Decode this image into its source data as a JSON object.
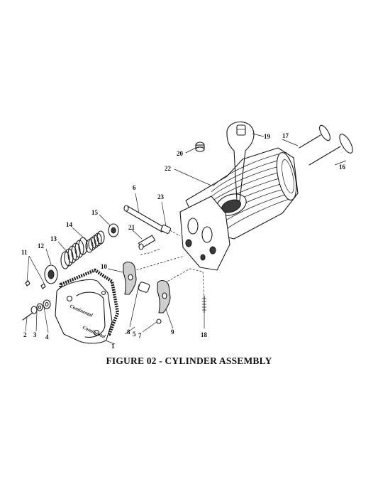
{
  "figure": {
    "caption": "FIGURE 02 - CYLINDER ASSEMBLY",
    "cover_text_1": "Continental",
    "cover_text_2": "Continental"
  },
  "labels": [
    {
      "id": "1",
      "text": "1"
    },
    {
      "id": "2",
      "text": "2"
    },
    {
      "id": "3",
      "text": "3"
    },
    {
      "id": "4",
      "text": "4"
    },
    {
      "id": "5",
      "text": "5"
    },
    {
      "id": "6",
      "text": "6"
    },
    {
      "id": "7",
      "text": "7"
    },
    {
      "id": "8",
      "text": "8"
    },
    {
      "id": "9",
      "text": "9"
    },
    {
      "id": "10",
      "text": "10"
    },
    {
      "id": "11",
      "text": "11"
    },
    {
      "id": "12",
      "text": "12"
    },
    {
      "id": "13",
      "text": "13"
    },
    {
      "id": "14",
      "text": "14"
    },
    {
      "id": "15",
      "text": "15"
    },
    {
      "id": "16",
      "text": "16"
    },
    {
      "id": "17",
      "text": "17"
    },
    {
      "id": "18",
      "text": "18"
    },
    {
      "id": "19",
      "text": "19"
    },
    {
      "id": "20",
      "text": "20"
    },
    {
      "id": "21",
      "text": "21"
    },
    {
      "id": "22",
      "text": "22"
    },
    {
      "id": "23",
      "text": "23"
    }
  ]
}
